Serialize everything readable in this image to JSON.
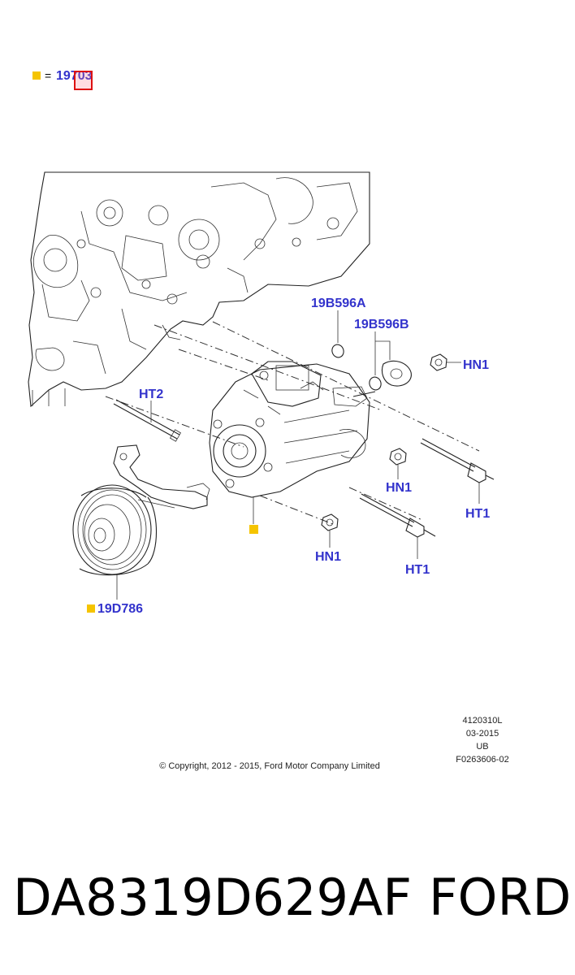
{
  "legend": {
    "marker_color": "#f5c400",
    "equals": "=",
    "part_number": "19703"
  },
  "labels": {
    "seal_a": "19B596A",
    "seal_b": "19B596B",
    "nut_top": "HN1",
    "stud_left": "HT2",
    "nut_mid": "HN1",
    "stud_right": "HT1",
    "nut_bottom": "HN1",
    "stud_bottom": "HT1",
    "clutch": "19D786"
  },
  "label_color": "#3333cc",
  "info_block": [
    "4120310L",
    "03-2015",
    "UB",
    "F0263606-02"
  ],
  "copyright": "© Copyright, 2012 - 2015, Ford Motor Company Limited",
  "caption": {
    "part_code": "DA8319D629AF",
    "brand": "FORD"
  }
}
